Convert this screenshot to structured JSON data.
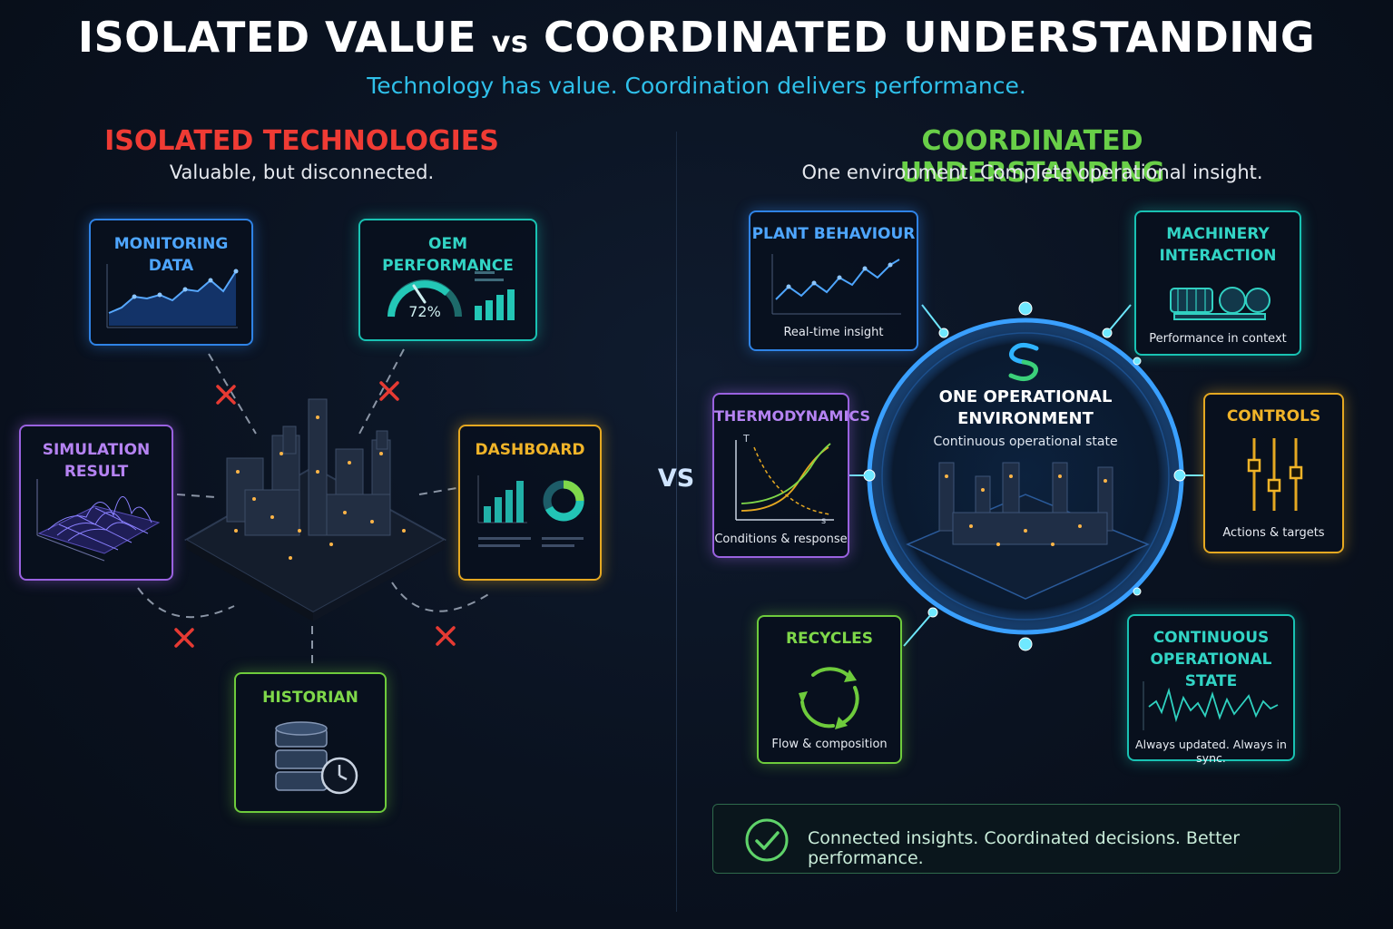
{
  "header": {
    "title_part1": "ISOLATED VALUE",
    "title_vs": "vs",
    "title_part2": "COORDINATED UNDERSTANDING",
    "subtitle": "Technology has value. Coordination delivers performance."
  },
  "left": {
    "title": "ISOLATED TECHNOLOGIES",
    "subtitle": "Valuable, but disconnected.",
    "cards": {
      "monitoring": "MONITORING DATA",
      "oem": "OEM PERFORMANCE",
      "oem_gauge_value": "72%",
      "simulation": "SIMULATION RESULT",
      "dashboard": "DASHBOARD",
      "historian": "HISTORIAN"
    }
  },
  "vs_label": "VS",
  "right": {
    "title": "COORDINATED UNDERSTANDING",
    "subtitle": "One environment. Complete operational insight.",
    "center": {
      "title_line1": "ONE OPERATIONAL",
      "title_line2": "ENVIRONMENT",
      "subtitle": "Continuous operational state"
    },
    "cards": {
      "plant": {
        "title": "PLANT BEHAVIOUR",
        "caption": "Real-time insight"
      },
      "machinery": {
        "title_line1": "MACHINERY",
        "title_line2": "INTERACTION",
        "caption": "Performance in context"
      },
      "thermo": {
        "title": "THERMODYNAMICS",
        "caption": "Conditions & response",
        "axis_t": "T",
        "axis_s": "s"
      },
      "controls": {
        "title": "CONTROLS",
        "caption": "Actions & targets"
      },
      "recycles": {
        "title": "RECYCLES",
        "caption": "Flow & composition"
      },
      "continuous": {
        "title_line1": "CONTINUOUS",
        "title_line2": "OPERATIONAL STATE",
        "caption": "Always updated. Always in sync."
      }
    }
  },
  "banner": "Connected insights. Coordinated decisions. Better performance.",
  "colors": {
    "red": "#ef3b34",
    "green": "#69cf48",
    "cyan": "#2fc0ea",
    "blue": "#2f83e6",
    "teal": "#19c2b3",
    "purple": "#9a62e0",
    "yellow": "#e5a821"
  },
  "icons": [
    "x-mark-icon",
    "gauge-icon",
    "bar-chart-icon",
    "donut-chart-icon",
    "database-icon",
    "clock-icon",
    "logo-icon",
    "pump-icon",
    "slider-icon",
    "recycle-icon",
    "waveform-icon",
    "check-circle-icon",
    "plant-icon"
  ]
}
